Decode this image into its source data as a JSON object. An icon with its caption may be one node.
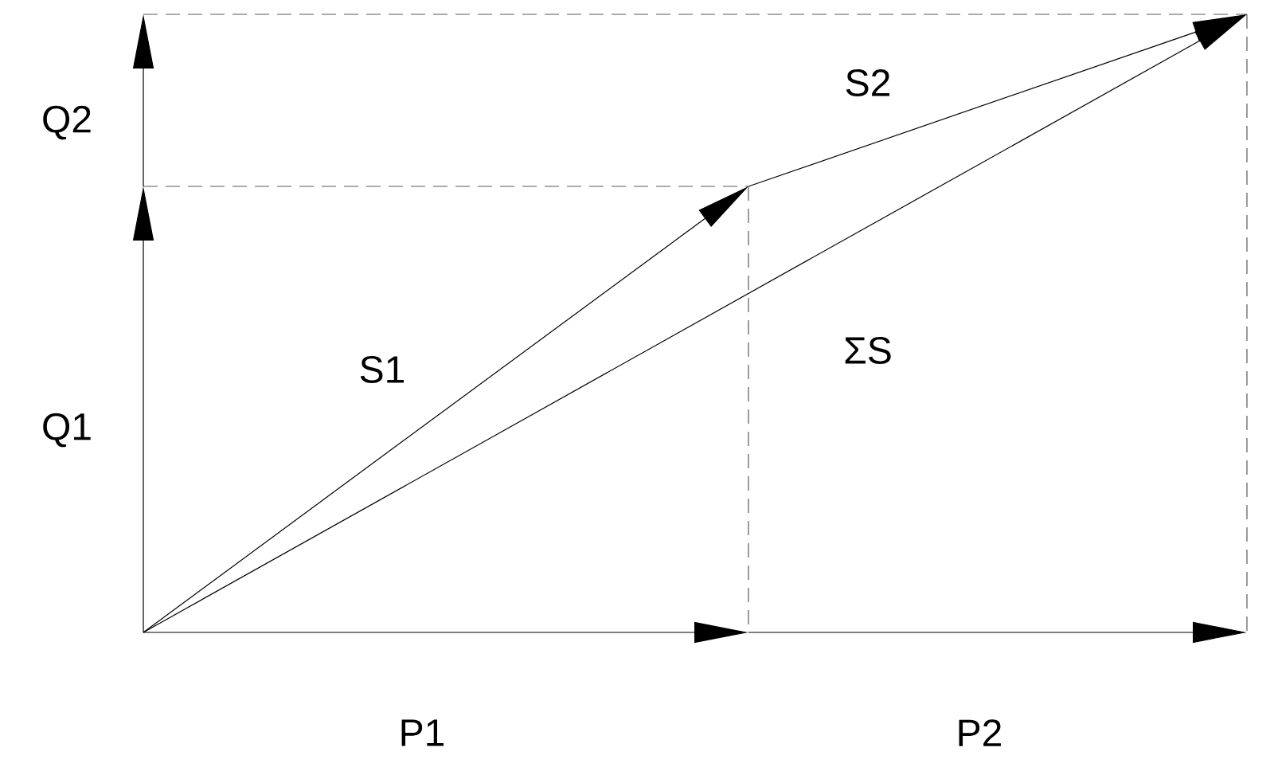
{
  "diagram": {
    "labels": [
      "Q2",
      "S2",
      "S1",
      "ΣS",
      "Q1",
      "P1",
      "P2"
    ]
  }
}
